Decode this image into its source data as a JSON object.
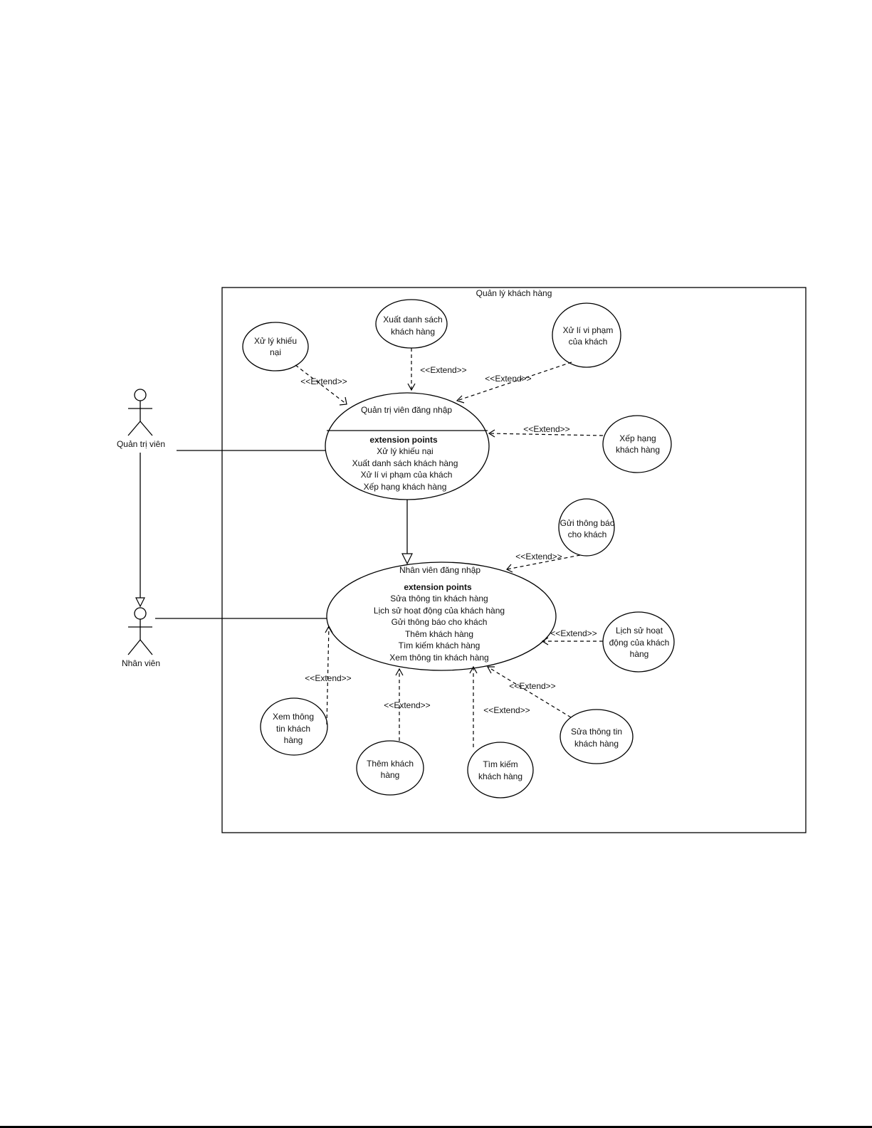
{
  "system": {
    "name": "Quản lý khách hàng"
  },
  "actors": {
    "admin": "Quản trị viên",
    "staff": "Nhân viên"
  },
  "admin_login": {
    "name": "Quản trị viên đăng nhập",
    "extension_heading": "extension points",
    "extension_points": [
      "Xử lý khiếu nại",
      "Xuất danh sách khách hàng",
      "Xử lí vi phạm của khách",
      "Xếp hạng khách hàng"
    ]
  },
  "staff_login": {
    "name": "Nhân viên đăng nhập",
    "extension_heading": "extension points",
    "extension_points": [
      "Sửa thông tin khách hàng",
      "Lịch sử hoạt động của khách hàng",
      "Gửi thông báo cho khách",
      "Thêm khách hàng",
      "Tìm kiếm khách hàng",
      "Xem thông tin khách hàng"
    ]
  },
  "use_cases": {
    "complaint": [
      "Xử lý khiếu",
      "nại"
    ],
    "export_list": [
      "Xuất danh sách",
      "khách hàng"
    ],
    "violation": [
      "Xử lí vi phạm",
      "của khách"
    ],
    "ranking": [
      "Xếp hạng",
      "khách hàng"
    ],
    "notify": [
      "Gửi thông báo",
      "cho khách"
    ],
    "history": [
      "Lịch sử hoạt",
      "động của khách",
      "hàng"
    ],
    "edit": [
      "Sửa thông tin",
      "khách hàng"
    ],
    "search": [
      "Tìm kiếm",
      "khách hàng"
    ],
    "add": [
      "Thêm khách",
      "hàng"
    ],
    "view": [
      "Xem thông",
      "tin khách",
      "hàng"
    ]
  },
  "relation_label": "<<Extend>>"
}
